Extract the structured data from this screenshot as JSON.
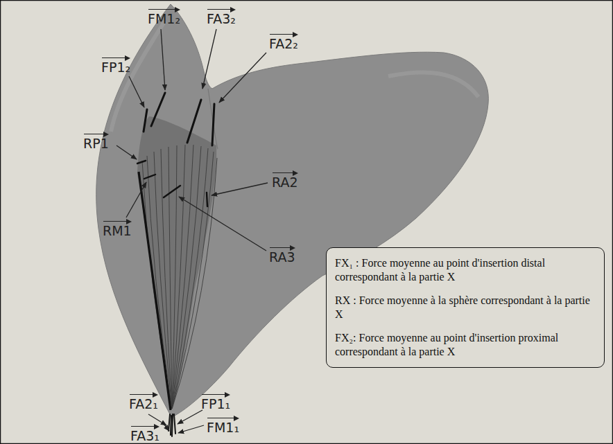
{
  "diagram": {
    "nodes": [
      {
        "text": [
          "FX₁ : Force moyenne au point d'insertion distal correspondant à la partie X",
          "RX : Force moyenne à la sphère correspondant à la partie X",
          "FX₂: Force moyenne au point d'insertion proximal correspondant à la partie X"
        ]
      }
    ],
    "labels": [
      "FM1₂",
      "FA3₂",
      "FP1₂",
      "FA2₂",
      "RP1",
      "RA2",
      "RM1",
      "RA3",
      "FA2₁",
      "FP1₁",
      "FA3₁",
      "FM1₁"
    ]
  }
}
